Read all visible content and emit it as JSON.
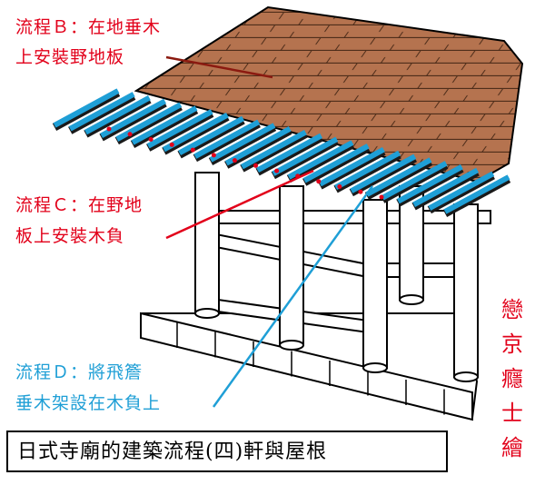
{
  "labels": {
    "step_b_line1": "流程Ｂ：在地垂木",
    "step_b_line2": "上安裝野地板",
    "step_c_line1": "流程Ｃ：在野地",
    "step_c_line2": "板上安裝木負",
    "step_d_line1": "流程Ｄ：將飛簷",
    "step_d_line2": "垂木架設在木負上"
  },
  "title": "日式寺廟的建築流程(四)軒與屋根",
  "author": "戀京癮士繪",
  "colors": {
    "label_red": "#e2001a",
    "label_blue": "#1f9fd6",
    "roof_board": "#b5734f",
    "rafter": "#1f9fd6",
    "rafter_dark": "#1a1a1a",
    "pillar": "#ffffff"
  }
}
